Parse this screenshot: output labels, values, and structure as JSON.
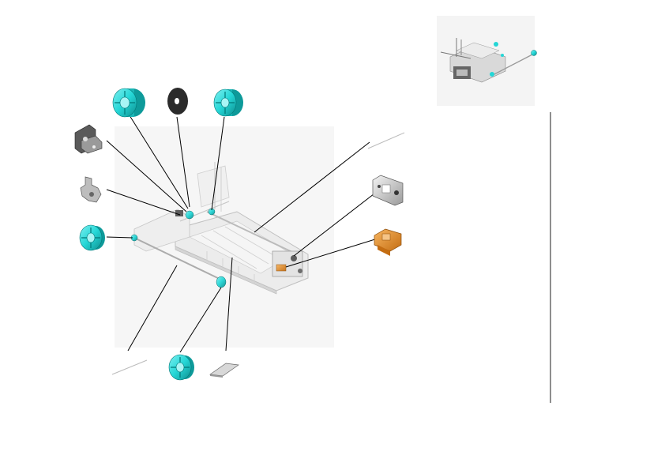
{
  "title": "",
  "colors": {
    "background": "#ffffff",
    "part_cyan": "#24d6d6",
    "part_cyan_dark": "#0e8e8e",
    "part_dark": "#3a3a3a",
    "part_grey": "#c9c9c9",
    "part_orange": "#e8922e",
    "assembly_ghost": "#e6e6e6",
    "leader": "#000000",
    "divider": "#444444"
  },
  "parts": [
    {
      "name": "drive-roller-cyan-left",
      "icon": "roller-icon"
    },
    {
      "name": "black-disc-washer",
      "icon": "disc-icon"
    },
    {
      "name": "drive-roller-cyan-right",
      "icon": "roller-icon"
    },
    {
      "name": "bracket-black",
      "icon": "bracket-icon"
    },
    {
      "name": "bracket-hook",
      "icon": "hook-bracket-icon"
    },
    {
      "name": "roller-side",
      "icon": "roller-icon"
    },
    {
      "name": "right-end-bracket",
      "icon": "bracket-icon"
    },
    {
      "name": "orange-sensor-block",
      "icon": "sensor-icon"
    },
    {
      "name": "roller-bottom",
      "icon": "roller-icon"
    },
    {
      "name": "flat-pad",
      "icon": "pad-icon"
    }
  ]
}
